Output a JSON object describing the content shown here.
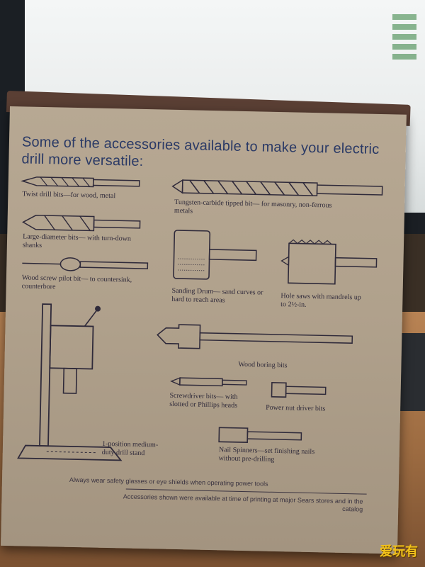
{
  "colors": {
    "cardboard": "#b0a18c",
    "ink": "#2f2a3a",
    "headline_ink": "#2b3a66",
    "desk": "#9c6b41",
    "watermark": "#f2c21b"
  },
  "box": {
    "headline": "Some of the accessories available to make your electric drill more versatile:",
    "items": {
      "twist_drill": "Twist drill bits—for wood, metal",
      "tungsten": "Tungsten-carbide tipped bit— for masonry, non-ferrous metals",
      "large_diameter": "Large-diameter bits— with turn-down shanks",
      "wood_screw": "Wood screw pilot bit— to countersink, counterbore",
      "sanding_drum": "Sanding Drum— sand curves or hard to reach areas",
      "hole_saws": "Hole saws with mandrels up to 2½-in.",
      "wood_boring": "Wood boring bits",
      "screwdriver": "Screwdriver bits— with slotted or Phillips heads",
      "nut_driver": "Power nut driver bits",
      "drill_stand": "1-position medium-duty drill stand",
      "nail_spinners": "Nail Spinners—set finishing nails without pre-drilling"
    },
    "warning": "Always wear safety glasses or eye shields when operating power tools",
    "footnote": "Accessories shown were available at time of printing at major Sears stores and in the catalog"
  },
  "watermark": {
    "text": "爱玩有"
  }
}
